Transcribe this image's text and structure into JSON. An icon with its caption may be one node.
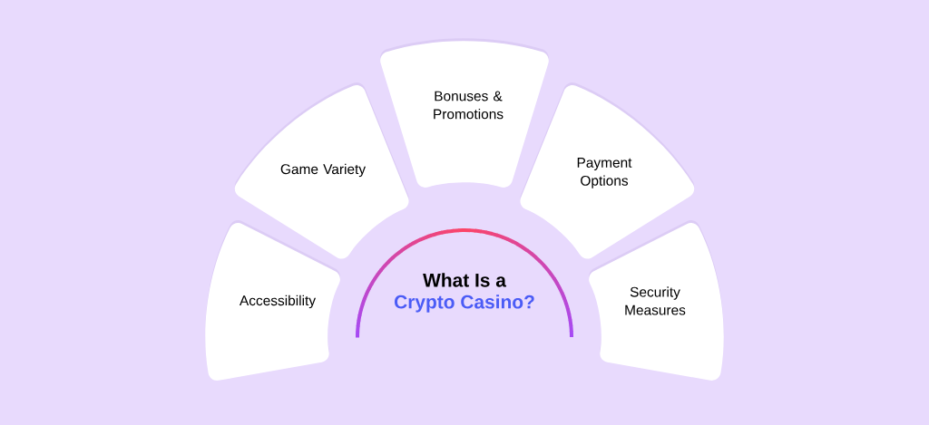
{
  "diagram": {
    "nodes": [
      {
        "text": [
          "What Is a",
          "Crypto Casino?"
        ]
      },
      {
        "text": [
          "Accessibility"
        ]
      },
      {
        "text": [
          "Game Variety"
        ]
      },
      {
        "text": [
          "Bonuses & Promotions"
        ]
      },
      {
        "text": [
          "Payment Options"
        ]
      },
      {
        "text": [
          "Security Measures"
        ]
      }
    ]
  }
}
